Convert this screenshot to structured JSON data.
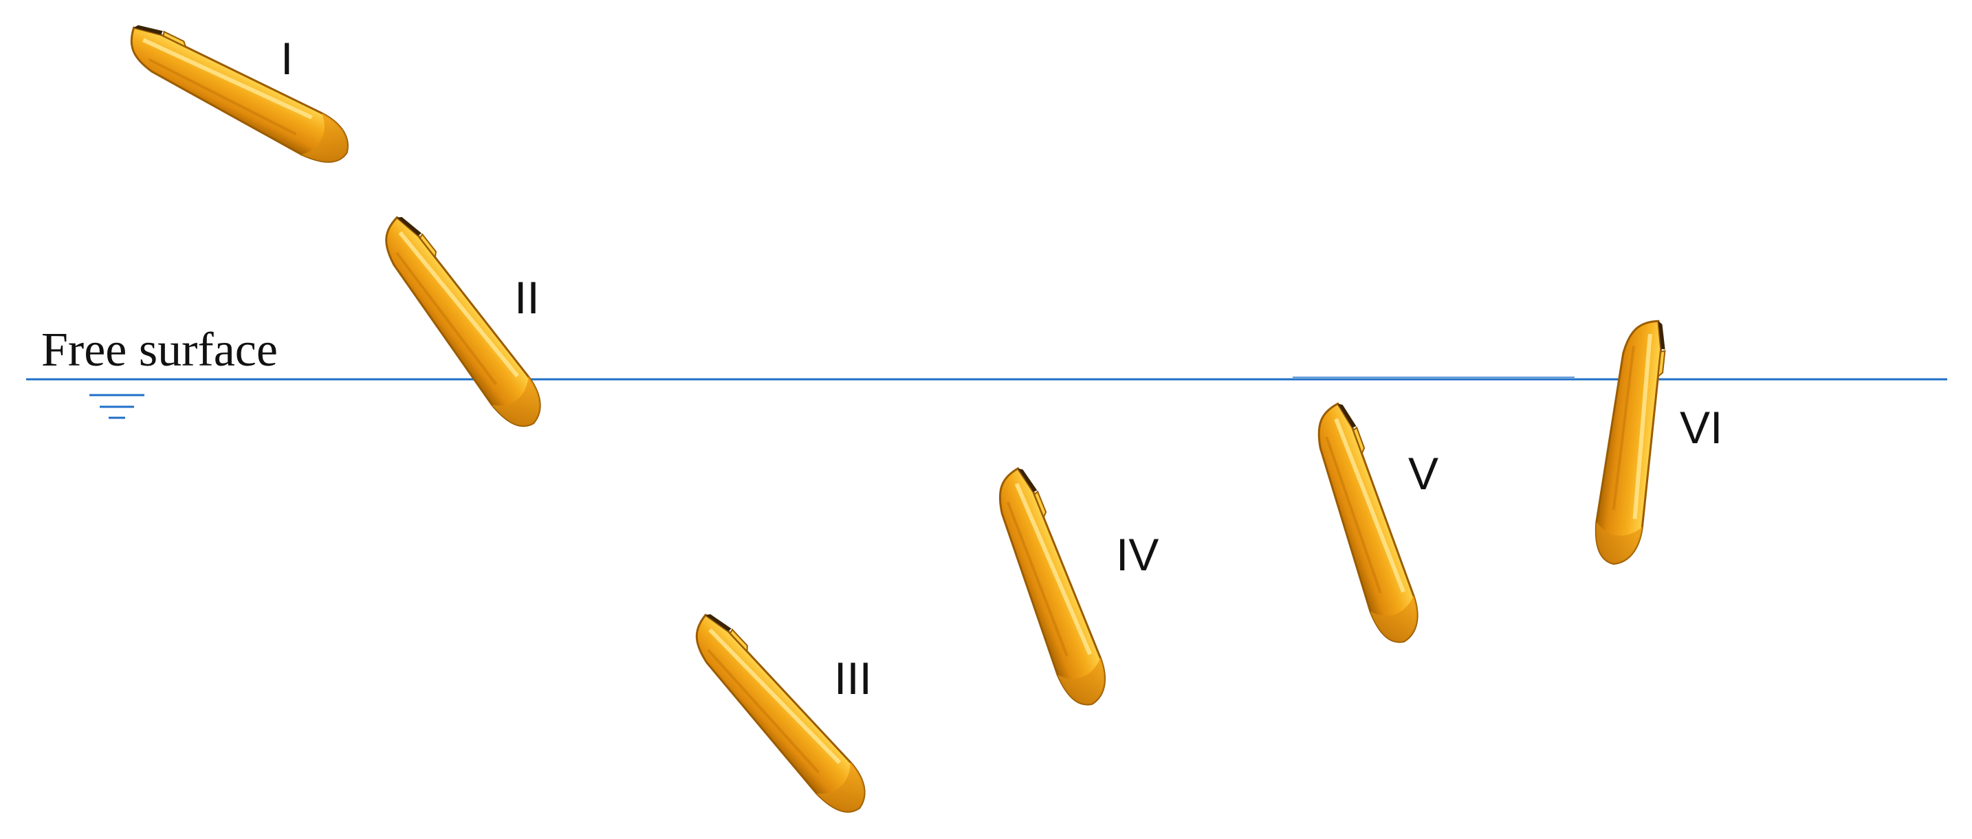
{
  "diagram": {
    "free_surface": {
      "label": "Free surface",
      "line_color": "#1f6fc8",
      "symbol_color": "#1f6fc8",
      "symbol_icon": "water-level-icon"
    },
    "hull": {
      "icon": "boat-hull-icon",
      "fill_color": "#e8960f",
      "highlight_color": "#ffd34a",
      "shadow_color": "#a86400"
    },
    "stages": [
      {
        "label": "I"
      },
      {
        "label": "II"
      },
      {
        "label": "III"
      },
      {
        "label": "IV"
      },
      {
        "label": "V"
      },
      {
        "label": "VI"
      }
    ]
  }
}
